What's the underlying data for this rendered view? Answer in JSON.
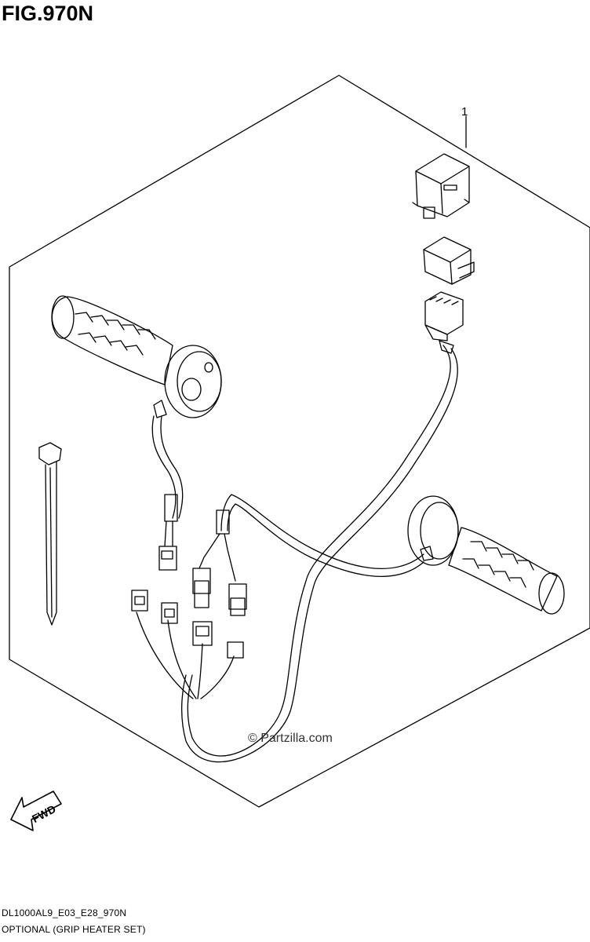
{
  "figure": {
    "title": "FIG.970N"
  },
  "callouts": [
    {
      "label": "1"
    }
  ],
  "fwd_label": "FWD",
  "watermark": "© Partzilla.com",
  "footer": {
    "code": "DL1000AL9_E03_E28_970N",
    "description": "OPTIONAL (GRIP HEATER SET)"
  }
}
